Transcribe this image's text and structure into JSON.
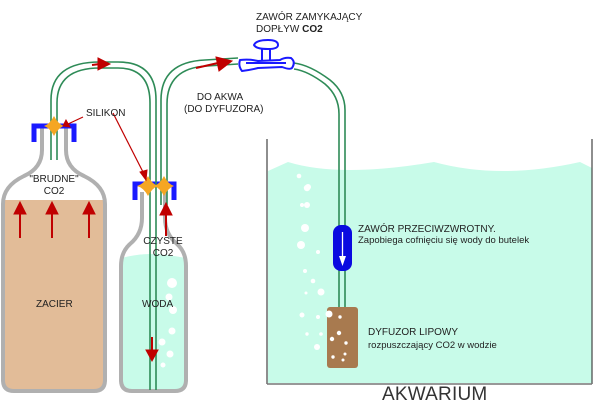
{
  "labels": {
    "valve_title_line1": "ZAWÓR ZAMYKAJĄCY",
    "valve_title_line2_prefix": "DOPŁYW ",
    "valve_title_line2_bold": "CO2",
    "silikon": "SILIKON",
    "do_akwa_line1": "DO AKWA",
    "do_akwa_line2": "(DO DYFUZORA)",
    "brudne_line1": "\"BRUDNE\"",
    "brudne_line2": "CO2",
    "czyste_line1": "CZYSTE",
    "czyste_line2": "CO2",
    "zacier": "ZACIER",
    "woda": "WODA",
    "check_valve_title": "ZAWÓR PRZECIWZWROTNY.",
    "check_valve_desc": "Zapobiega cofnięciu się wody do butelek",
    "diffuser_title": "DYFUZOR LIPOWY",
    "diffuser_desc": "rozpuszczający CO2 w wodzie",
    "aquarium": "AKWARIUM"
  },
  "colors": {
    "tube": "#2e8b57",
    "arrow": "#c00000",
    "cap": "#1a1aff",
    "silicone": "#f5a623",
    "bottle_outline": "#b0b0b0",
    "mash": "#e2bc98",
    "water": "#c8fbe9",
    "diffuser": "#a87a4f",
    "check_valve": "#0a0ae0",
    "tank_outline": "#555555"
  }
}
